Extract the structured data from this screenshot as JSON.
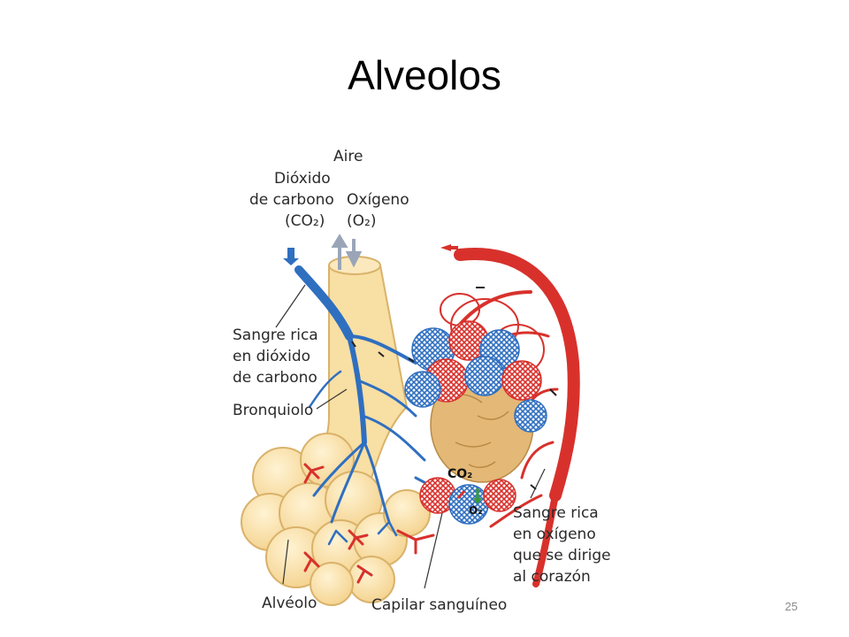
{
  "slide": {
    "title": "Alveolos",
    "page_number": "25"
  },
  "labels": {
    "air": "Aire",
    "co2_out": [
      "Dióxido",
      "de carbono",
      "(CO₂)"
    ],
    "o2_in": [
      "Oxígeno",
      "(O₂)"
    ],
    "blood_co2": [
      "Sangre rica",
      "en dióxido",
      "de carbono"
    ],
    "bronchiole": "Bronquiolo",
    "blood_o2": [
      "Sangre rica",
      "en oxígeno",
      "que se dirige",
      "al corazón"
    ],
    "alveolus": "Alvéolo",
    "capillary": "Capilar sanguíneo",
    "gas_co2": "CO₂",
    "gas_o2": "O₂"
  },
  "colors": {
    "venous_blue": "#2f6fc0",
    "arterial_red": "#d8312c",
    "alveolus_fill": "#f8dfa3",
    "alveolus_stroke": "#d9b26a",
    "inner_tissue": "#e4b876"
  }
}
